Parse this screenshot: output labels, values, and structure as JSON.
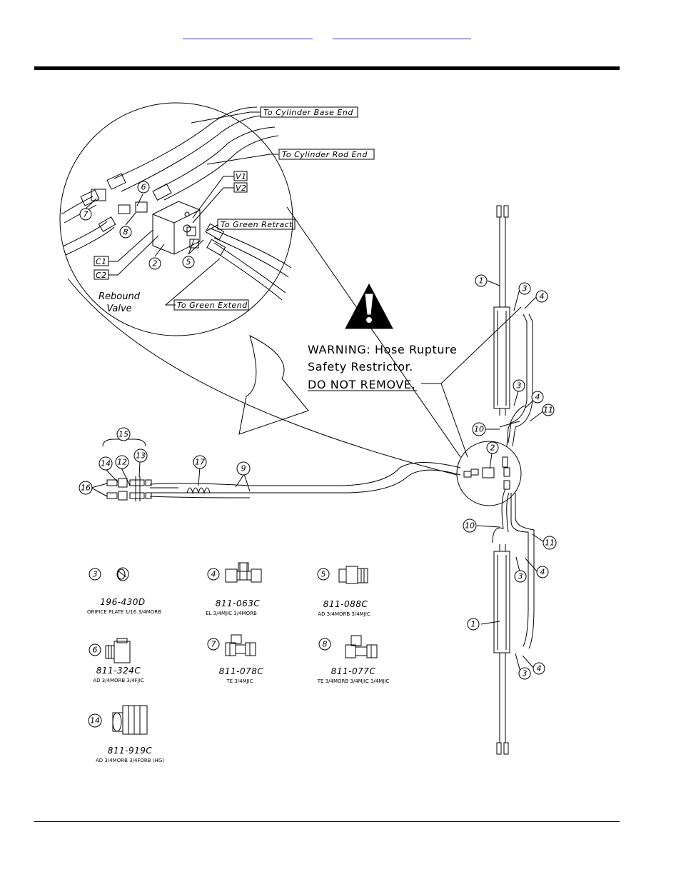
{
  "nav": {
    "prev_label": "",
    "next_label": ""
  },
  "detail_labels": {
    "cyl_base": "To Cylinder Base End",
    "cyl_rod": "To Cylinder Rod End",
    "v1": "V1",
    "v2": "V2",
    "green_retract": "To Green Retract",
    "green_extend": "To Green Extend",
    "c1": "C1",
    "c2": "C2",
    "rebound_line1": "Rebound",
    "rebound_line2": "Valve"
  },
  "warning": {
    "line1": "WARNING: Hose Rupture",
    "line2": "Safety Restrictor.",
    "line3": "DO NOT REMOVE."
  },
  "callouts": {
    "n1": "1",
    "n2": "2",
    "n3": "3",
    "n4": "4",
    "n5": "5",
    "n6": "6",
    "n7": "7",
    "n8": "8",
    "n9": "9",
    "n10": "10",
    "n11": "11",
    "n12": "12",
    "n13": "13",
    "n14": "14",
    "n15": "15",
    "n16": "16",
    "n17": "17"
  },
  "parts": [
    {
      "ref": "3",
      "part_no": "196-430D",
      "desc": "ORIFICE PLATE 1/16 3/4MORB"
    },
    {
      "ref": "4",
      "part_no": "811-063C",
      "desc": "EL 3/4MJIC 3/4MORB"
    },
    {
      "ref": "5",
      "part_no": "811-088C",
      "desc": "AD 3/4MORB 3/4MJIC"
    },
    {
      "ref": "6",
      "part_no": "811-324C",
      "desc": "AD 3/4MORB 3/4FJIC"
    },
    {
      "ref": "7",
      "part_no": "811-078C",
      "desc": "TE 3/4MJIC"
    },
    {
      "ref": "8",
      "part_no": "811-077C",
      "desc": "TE 3/4MORB 3/4MJIC 3/4MJIC"
    },
    {
      "ref": "14",
      "part_no": "811-919C",
      "desc": "AD 3/4MORB 3/4FORB (HG)"
    }
  ]
}
